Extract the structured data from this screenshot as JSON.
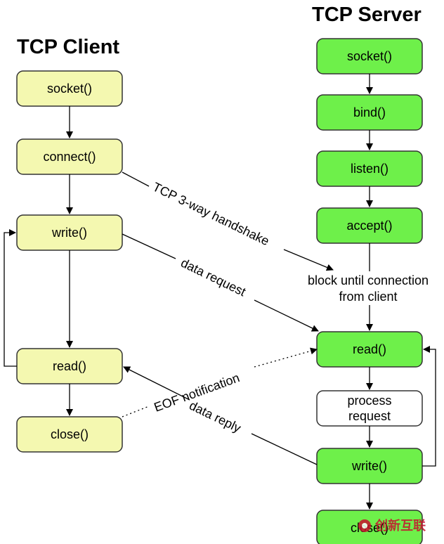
{
  "client": {
    "title": "TCP Client",
    "socket": "socket()",
    "connect": "connect()",
    "write": "write()",
    "read": "read()",
    "close": "close()"
  },
  "server": {
    "title": "TCP Server",
    "socket": "socket()",
    "bind": "bind()",
    "listen": "listen()",
    "accept": "accept()",
    "block_line1": "block until connection",
    "block_line2": "from client",
    "read": "read()",
    "process_line1": "process",
    "process_line2": "request",
    "write": "write()",
    "close": "close()"
  },
  "edges": {
    "handshake": "TCP 3-way handshake",
    "data_request": "data request",
    "eof": "EOF notification",
    "data_reply": "data reply"
  },
  "watermark": "创新互联",
  "colors": {
    "client_fill": "#f4f8b0",
    "server_fill": "#6ef04a",
    "process_fill": "#ffffff"
  }
}
